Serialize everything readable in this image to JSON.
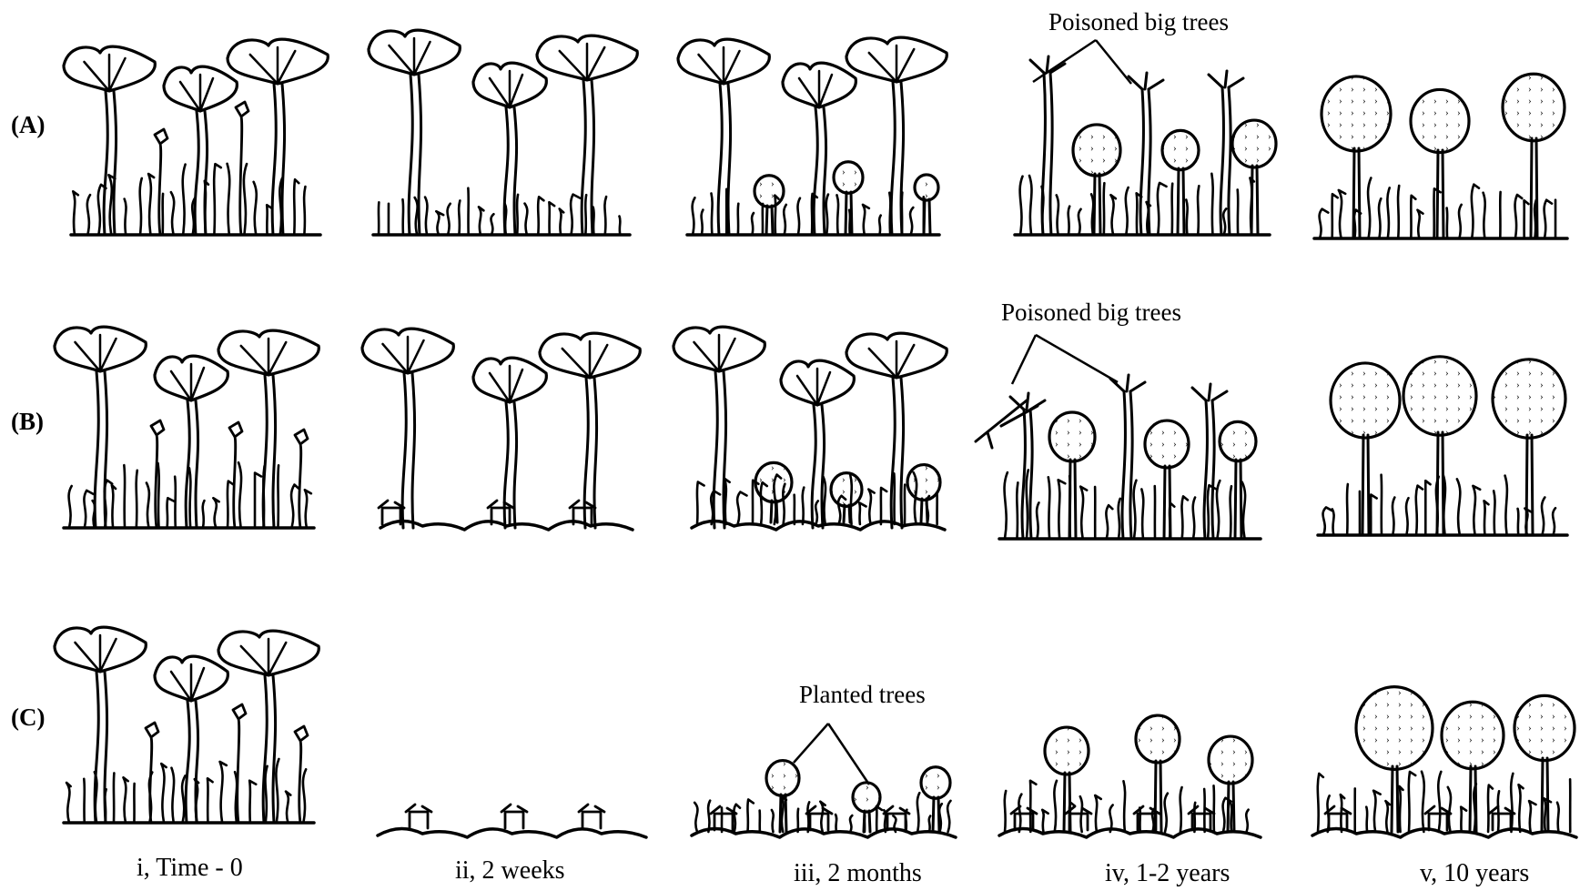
{
  "rows": [
    {
      "id": "A",
      "label": "(A)"
    },
    {
      "id": "B",
      "label": "(B)"
    },
    {
      "id": "C",
      "label": "(C)"
    }
  ],
  "columns": [
    {
      "id": "i",
      "label": "i, Time - 0"
    },
    {
      "id": "ii",
      "label": "ii,  2 weeks"
    },
    {
      "id": "iii",
      "label": "iii, 2 months"
    },
    {
      "id": "iv",
      "label": "iv, 1-2 years"
    },
    {
      "id": "v",
      "label": "v, 10 years"
    }
  ],
  "annotations": {
    "poisoned_a": "Poisoned big trees",
    "poisoned_b": "Poisoned big trees",
    "planted_c": "Planted trees"
  },
  "colors": {
    "ink": "#000000",
    "background": "#ffffff"
  }
}
